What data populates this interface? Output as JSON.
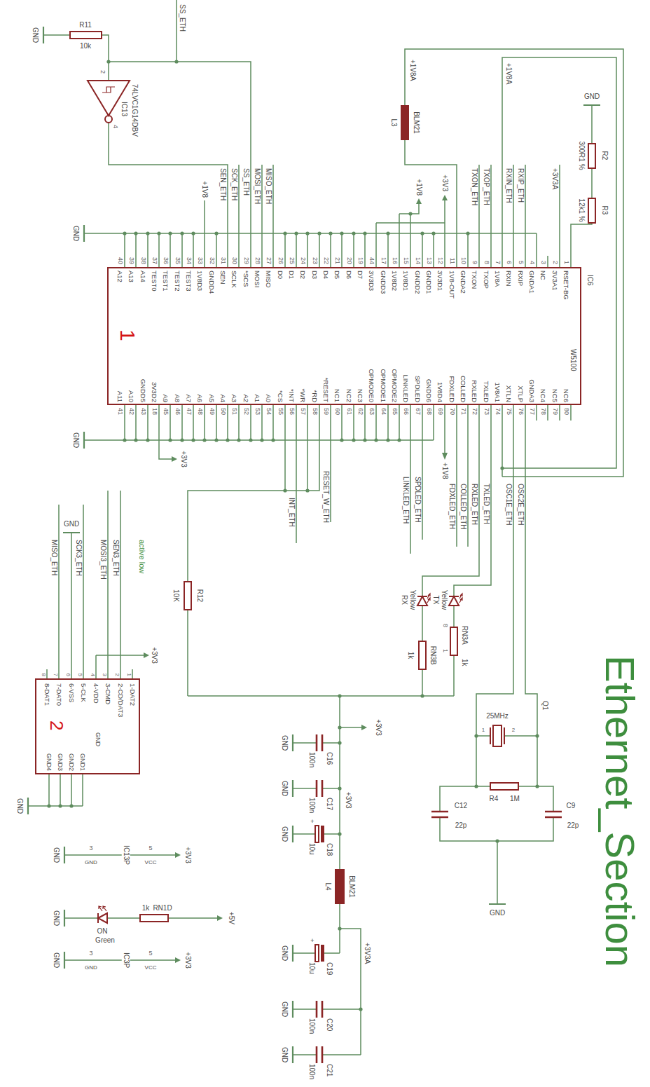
{
  "diagram": {
    "title": "Ethernet_Section",
    "nodes": [
      {
        "text": [
          "IC6",
          "W5100",
          "1"
        ]
      },
      {
        "text": [
          "2"
        ]
      }
    ],
    "labels": [
      "40",
      "39",
      "38",
      "37",
      "36",
      "35",
      "34",
      "33",
      "32",
      "31",
      "30",
      "29",
      "28",
      "27",
      "26",
      "25",
      "24",
      "23",
      "22",
      "21",
      "20",
      "19",
      "44",
      "17",
      "16",
      "15",
      "14",
      "13",
      "12",
      "11",
      "10",
      "9",
      "8",
      "7",
      "6",
      "5",
      "4",
      "3",
      "2",
      "1",
      "A12",
      "A13",
      "A14",
      "TEST0",
      "TEST1",
      "TEST2",
      "TEST3",
      "1V8D3",
      "GNDD4",
      "SEN",
      "SCLK",
      "*SCS",
      "MOSI",
      "MISO",
      "D0",
      "D1",
      "D2",
      "D3",
      "D4",
      "D5",
      "D6",
      "D7",
      "3V3D3",
      "GNDD3",
      "1V8D2",
      "1V8D1",
      "GNDD2",
      "GNDD1",
      "3V3D1",
      "1V8-OUT",
      "GNDA2",
      "TXON",
      "TXOP",
      "1V8A",
      "RXIN",
      "RXIP",
      "GNDA1",
      "NC",
      "3V3A1",
      "RSET-BG",
      "A11",
      "A10",
      "GNDD5",
      "3V3D2",
      "A9",
      "A8",
      "A7",
      "A6",
      "A5",
      "A4",
      "A3",
      "A2",
      "A1",
      "A0",
      "*CS",
      "*INT",
      "*WR",
      "*RD",
      "*RESET",
      "NC1",
      "NC2",
      "NC3",
      "OPMODE0",
      "OPMODE1",
      "OPMODE2",
      "LINKLED",
      "SPDLED",
      "GNDD6",
      "1V8D4",
      "FDXLED",
      "COLLED",
      "RXLED",
      "TXLED",
      "1V8A1",
      "XTLN",
      "XTLP",
      "GNDA3",
      "NC4",
      "NC5",
      "NC6",
      "41",
      "42",
      "43",
      "18",
      "45",
      "46",
      "47",
      "48",
      "49",
      "50",
      "51",
      "52",
      "53",
      "54",
      "55",
      "56",
      "57",
      "58",
      "59",
      "60",
      "61",
      "62",
      "63",
      "64",
      "65",
      "66",
      "67",
      "68",
      "69",
      "70",
      "71",
      "72",
      "73",
      "74",
      "75",
      "76",
      "77",
      "78",
      "79",
      "80",
      "GND",
      "R11",
      "10k",
      "SS_ETH",
      "2",
      "4",
      "IC13",
      "74LVC1G14DBV",
      "GND",
      "+1V8",
      "SEN_ETH",
      "SCK_ETH",
      "SS_ETH",
      "MOSI_ETH",
      "MISO_ETH",
      "+1V8A",
      "BLM21",
      "L3",
      "+1V8",
      "+3V3",
      "TXON_ETH",
      "TXOP_ETH",
      "+1V8A",
      "RXIN_ETH",
      "RXIP_ETH",
      "+3V3A",
      "GND",
      "R2",
      "300R1 %",
      "R3",
      "12k1 %",
      "GND",
      "+3V3",
      "INT_ETH",
      "RESET_W_ETH",
      "LINKLED_ETH",
      "SPDLED_ETH",
      "+1V8",
      "FDXLED_ETH",
      "COLLED_ETH",
      "RXLED_ETH",
      "TXLED_ETH",
      "OSC1E_ETH",
      "OSC2E_ETH",
      "R12",
      "10K",
      "RX",
      "Yellow",
      "TX",
      "Yellow",
      "RN3A",
      "8",
      "1",
      "1k",
      "1k",
      "RN3B",
      "25MHz",
      "Q1",
      "1",
      "2",
      "R4",
      "1M",
      "C12",
      "22p",
      "C9",
      "22p",
      "GND",
      "GND",
      "100n",
      "C16",
      "GND",
      "100n",
      "C17",
      "GND",
      "+",
      "10u",
      "C18",
      "+3V3",
      "+3V3",
      "L4",
      "BLM21",
      "GND",
      "+",
      "10u",
      "C19",
      "+3V3A",
      "GND",
      "100n",
      "C20",
      "GND",
      "100n",
      "C21",
      "MISO_ETH",
      "SCK3_ETH",
      "GND",
      "MOSI3_ETH",
      "SEN3_ETH",
      "active low",
      "+3V3",
      "8",
      "7",
      "6",
      "5",
      "4",
      "3",
      "2",
      "1",
      "8-DAT1",
      "7-DAT0",
      "6-VSS",
      "5-CLK",
      "4-VDD",
      "3-CMD",
      "2-CD/DAT3",
      "1-DAT2",
      "GND",
      "GND4",
      "GND3",
      "GND2",
      "GND1",
      "GND",
      "GND",
      "3",
      "GND",
      "IC13P",
      "5",
      "VCC",
      "+3V3",
      "GND",
      "ON",
      "Green",
      "1k",
      "RN1D",
      "+5V",
      "GND",
      "3",
      "GND",
      "IC3P",
      "5",
      "VCC",
      "+3V3"
    ]
  }
}
